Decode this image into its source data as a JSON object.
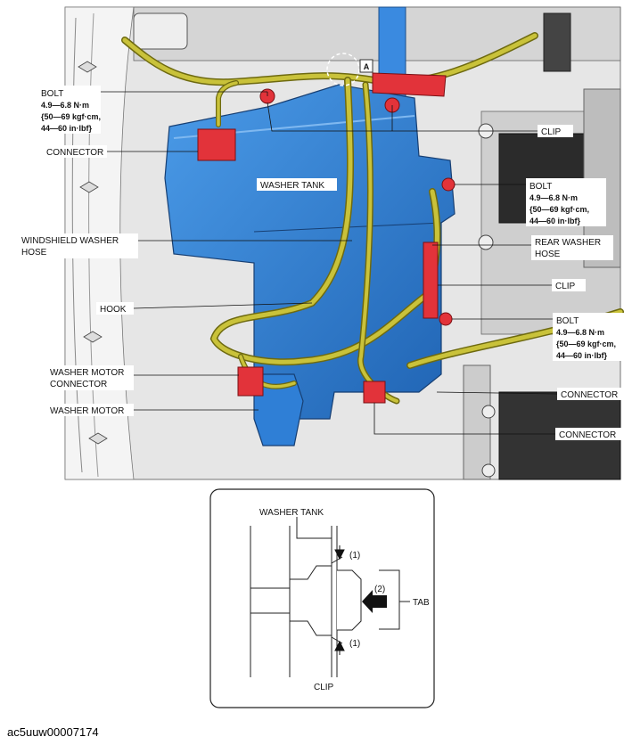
{
  "colors": {
    "tank": "#2f7fd6",
    "tank_dark": "#1e5fa8",
    "hose": "#c9c23a",
    "hose_dark": "#6e6a10",
    "red_part": "#e2333a",
    "body_grey": "#d9d9d9",
    "dark_part": "#2b2b2b"
  },
  "labels": {
    "bolt_left": {
      "title": "BOLT",
      "l1": "4.9—6.8 N·m",
      "l2": "{50—69 kgf·cm,",
      "l3": "44—60 in·lbf}"
    },
    "connector_top": "CONNECTOR",
    "washer_tank_inner": "WASHER TANK",
    "windshield_hose_1": "WINDSHIELD WASHER",
    "windshield_hose_2": "HOSE",
    "hook": "HOOK",
    "motor_connector_1": "WASHER MOTOR",
    "motor_connector_2": "CONNECTOR",
    "washer_motor": "WASHER MOTOR",
    "detail_a": "A",
    "clip_top": "CLIP",
    "bolt_right_1": {
      "title": "BOLT",
      "l1": "4.9—6.8 N·m",
      "l2": "{50—69 kgf·cm,",
      "l3": "44—60 in·lbf}"
    },
    "rear_hose_1": "REAR WASHER",
    "rear_hose_2": "HOSE",
    "clip_mid": "CLIP",
    "bolt_right_2": {
      "title": "BOLT",
      "l1": "4.9—6.8 N·m",
      "l2": "{50—69 kgf·cm,",
      "l3": "44—60 in·lbf}"
    },
    "connector_right_1": "CONNECTOR",
    "connector_right_2": "CONNECTOR"
  },
  "detail": {
    "washer_tank": "WASHER TANK",
    "step1_top": "(1)",
    "step2": "(2)",
    "tab": "TAB",
    "step1_bottom": "(1)",
    "clip": "CLIP"
  },
  "figure_code": "ac5uuw00007174"
}
